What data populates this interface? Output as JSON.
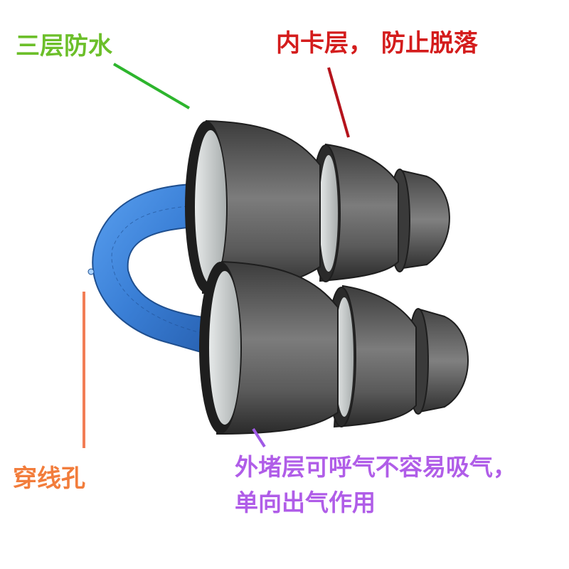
{
  "labels": {
    "waterproof": {
      "text": "三层防水",
      "color": "#6cbf2a"
    },
    "inner_layer": {
      "text": "内卡层， 防止脱落",
      "color": "#d41c1c"
    },
    "thread_hole": {
      "text": "穿线孔",
      "color": "#f27d3c"
    },
    "outer_layer_line1": {
      "text": "外堵层可呼气不容易吸气，",
      "color": "#b05de8"
    },
    "outer_layer_line2": {
      "text": "单向出气作用",
      "color": "#b05de8"
    }
  },
  "colors": {
    "pointer_waterproof": "#2db52d",
    "pointer_inner": "#b5141c",
    "pointer_thread": "#f27d55",
    "pointer_outer": "#a05ae6",
    "plug_body": "#5e5e5e",
    "plug_rim": "#1e1e1e",
    "plug_inside": "#cfd4d4",
    "tube": "#3a7fd6",
    "tube_edge": "#1f4f8f"
  }
}
